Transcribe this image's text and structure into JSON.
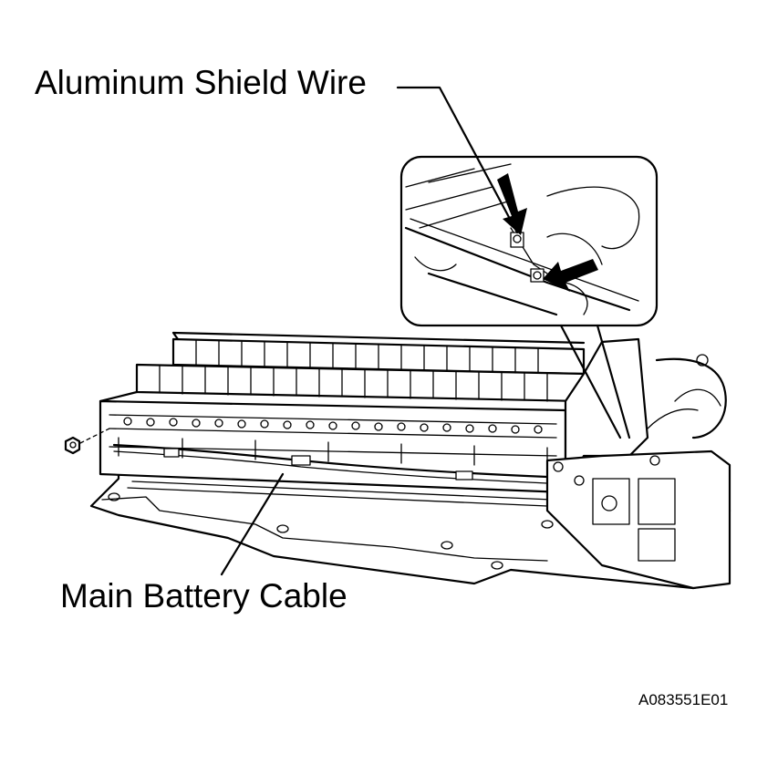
{
  "labels": {
    "aluminum_shield_wire": "Aluminum Shield Wire",
    "main_battery_cable": "Main Battery Cable",
    "figure_code": "A083551E01"
  },
  "colors": {
    "line": "#000000",
    "background": "#ffffff"
  },
  "icons": [
    "arrow-pointer-icon",
    "nut-icon",
    "bolt-icon"
  ]
}
